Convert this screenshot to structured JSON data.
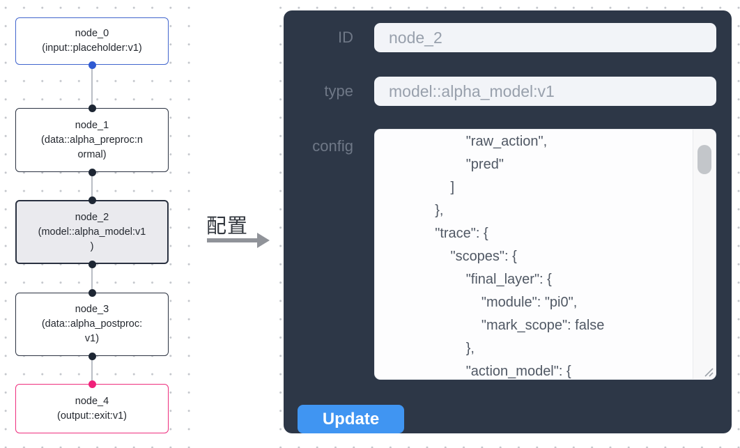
{
  "flow": {
    "nodes": [
      {
        "title": "node_0",
        "subtitle": "(input::placeholder:v1)",
        "kind": "input"
      },
      {
        "title": "node_1",
        "subtitle": "(data::alpha_preproc:n\normal)",
        "kind": "default"
      },
      {
        "title": "node_2",
        "subtitle": "(model::alpha_model:v1\n)",
        "kind": "selected"
      },
      {
        "title": "node_3",
        "subtitle": "(data::alpha_postproc:\nv1)",
        "kind": "default"
      },
      {
        "title": "node_4",
        "subtitle": "(output::exit:v1)",
        "kind": "output"
      }
    ]
  },
  "annotation": {
    "label": "配置"
  },
  "panel": {
    "fields": {
      "id": {
        "label": "ID",
        "value": "node_2"
      },
      "type": {
        "label": "type",
        "value": "model::alpha_model:v1"
      },
      "config": {
        "label": "config",
        "text": "                     \"raw_action\",\n                     \"pred\"\n                 ]\n             },\n             \"trace\": {\n                 \"scopes\": {\n                     \"final_layer\": {\n                         \"module\": \"pi0\",\n                         \"mark_scope\": false\n                     },\n                     \"action_model\": {"
      }
    },
    "update_label": "Update"
  },
  "colors": {
    "panel_bg": "#2d3747",
    "accent_blue": "#4095f2",
    "node_input_border": "#4165cd",
    "node_output_border": "#ee2d7d",
    "node_selected_bg": "#eaeaee",
    "port_blue": "#2f5ad2",
    "port_dark": "#1d2633",
    "port_pink": "#f02079"
  }
}
